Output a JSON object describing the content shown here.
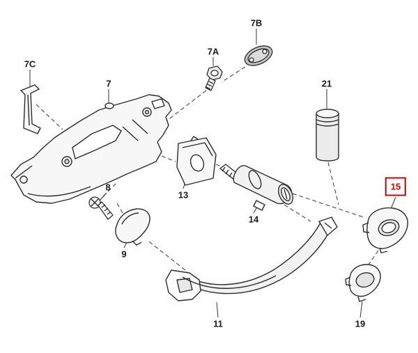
{
  "colors": {
    "highlight": "#cc0000",
    "line_art": "#2b2b2b",
    "label_text": "#1a1a1a",
    "background": "#ffffff"
  },
  "callouts": [
    {
      "text": "7C",
      "part_shape": "retaining-clip-bracket",
      "highlighted": false
    },
    {
      "text": "7",
      "part_shape": "handle-carrier-frame",
      "highlighted": false
    },
    {
      "text": "7A",
      "part_shape": "fastening-bolt",
      "highlighted": false
    },
    {
      "text": "7B",
      "part_shape": "oval-cap-with-holes",
      "highlighted": false
    },
    {
      "text": "21",
      "part_shape": "grease-tube-cylinder",
      "highlighted": false
    },
    {
      "text": "8",
      "part_shape": "phillips-screw",
      "highlighted": false
    },
    {
      "text": "13",
      "part_shape": "gasket-plate",
      "highlighted": false
    },
    {
      "text": "14",
      "part_shape": "lock-cylinder-assembly",
      "highlighted": false
    },
    {
      "text": "15",
      "part_shape": "end-cap-with-lock-hole",
      "highlighted": true
    },
    {
      "text": "9",
      "part_shape": "curved-cover",
      "highlighted": false
    },
    {
      "text": "11",
      "part_shape": "door-handle-grip",
      "highlighted": false
    },
    {
      "text": "19",
      "part_shape": "end-cap-blank",
      "highlighted": false
    }
  ]
}
